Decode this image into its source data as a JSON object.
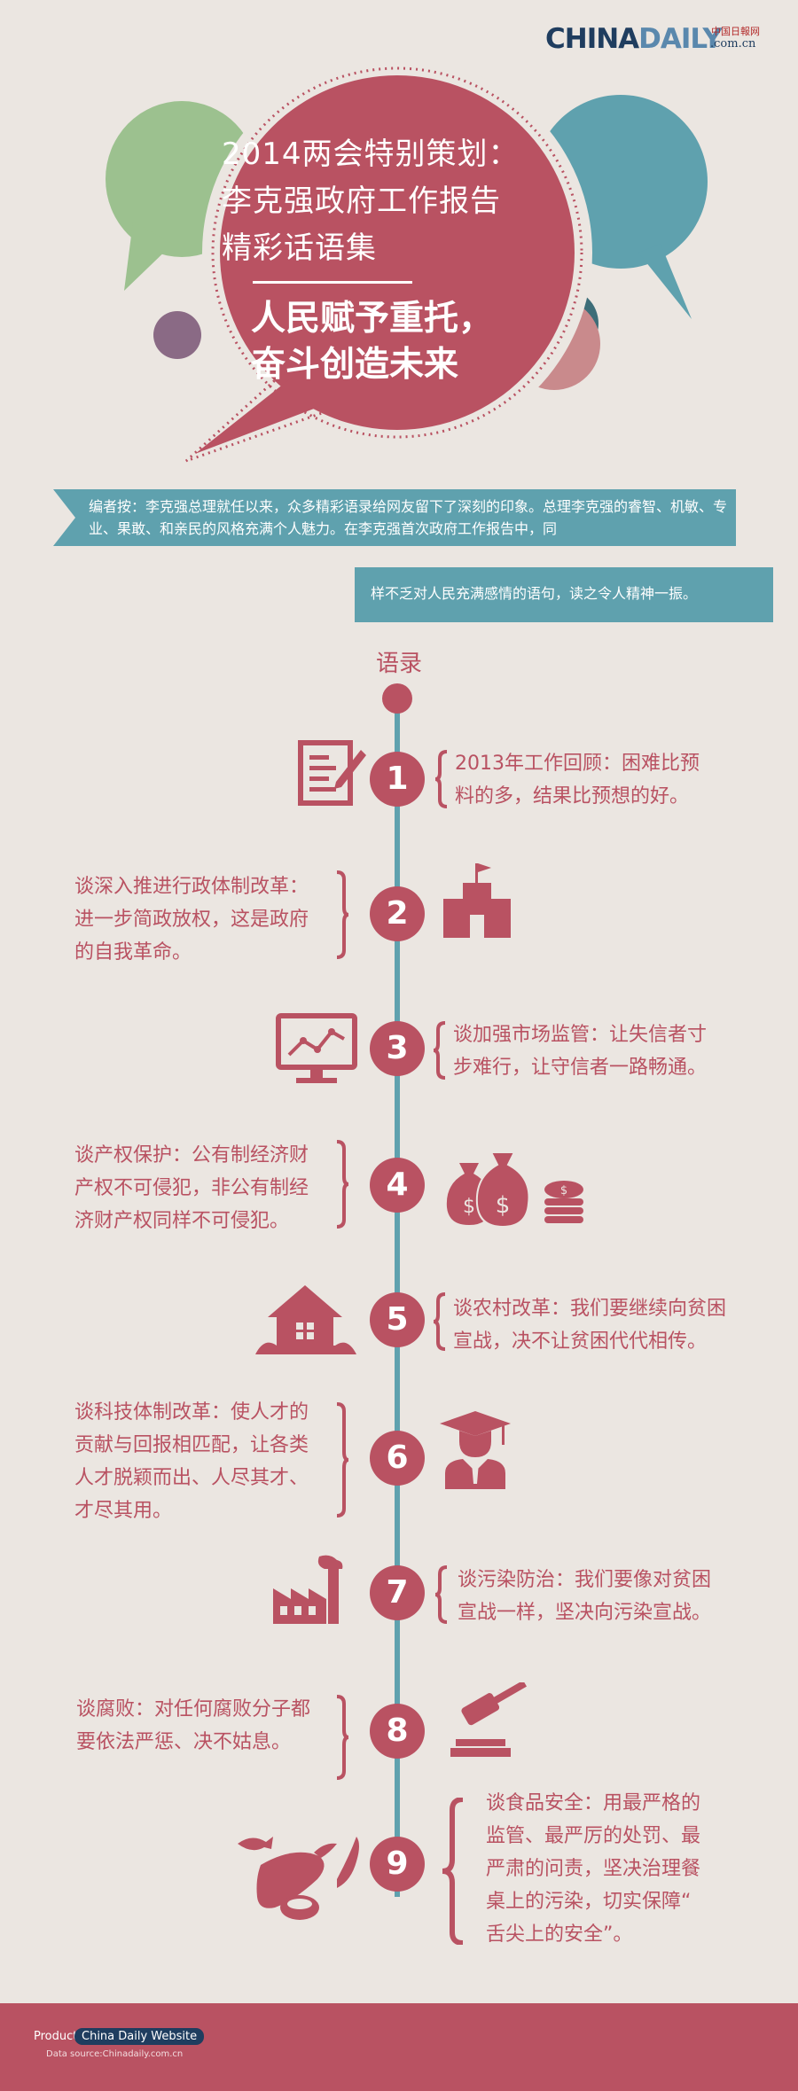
{
  "logo": {
    "brand_main": "CHINA",
    "brand_accent": "DAILY",
    "brand_cn": "中国日報网",
    "brand_domain": ".com.cn"
  },
  "header": {
    "title": "2014两会特别策划：李克强政府工作报告精彩话语集",
    "subtitle": "人民赋予重托，奋斗创造未来"
  },
  "intro": {
    "line1": "编者按：李克强总理就任以来，众多精彩语录给网友留下了深刻的印象。总理李克强的睿智、机敏、专业、果敢、和亲民的风格充满个人魅力。在李克强首次政府工作报告中，同",
    "line2": "样不乏对人民充满感情的语句，读之令人精神一振。"
  },
  "timeline": {
    "label": "语录",
    "items": [
      {
        "number": "1",
        "text": "2013年工作回顾：困难比预\n料的多，结果比预想的好。",
        "icon": "document-pen-icon"
      },
      {
        "number": "2",
        "text": "谈深入推进行政体制改革：\n进一步简政放权，这是政府\n的自我革命。",
        "icon": "government-building-icon"
      },
      {
        "number": "3",
        "text": "谈加强市场监管：让失信者寸\n步难行，让守信者一路畅通。",
        "icon": "monitor-chart-icon"
      },
      {
        "number": "4",
        "text": "谈产权保护：公有制经济财\n产权不可侵犯，非公有制经\n济财产权同样不可侵犯。",
        "icon": "money-bags-icon"
      },
      {
        "number": "5",
        "text": "谈农村改革：我们要继续向贫困\n宣战，决不让贫困代代相传。",
        "icon": "farmhouse-icon"
      },
      {
        "number": "6",
        "text": "谈科技体制改革：使人才的\n贡献与回报相匹配，让各类\n人才脱颖而出、人尽其才、\n才尽其用。",
        "icon": "graduate-icon"
      },
      {
        "number": "7",
        "text": "谈污染防治：我们要像对贫困\n宣战一样，坚决向污染宣战。",
        "icon": "factory-icon"
      },
      {
        "number": "8",
        "text": "谈腐败：对任何腐败分子都\n要依法严惩、决不姑息。",
        "icon": "gavel-icon"
      },
      {
        "number": "9",
        "text": "谈食品安全：用最严格的\n监管、最严厉的处罚、最\n严肃的问责，坚决治理餐\n桌上的污染，切实保障“\n舌尖上的安全”。",
        "icon": "food-icon"
      }
    ]
  },
  "footer": {
    "product_label": "Product",
    "product_name": "China Daily Website",
    "source": "Data source:Chinadaily.com.cn"
  },
  "colors": {
    "background": "#ebe6e1",
    "accent_red": "#b95262",
    "accent_teal": "#5fa1ae",
    "accent_green": "#9cc18f",
    "accent_purple": "#8a6a85",
    "accent_pink": "#c98a8c",
    "navy": "#1f3d5f"
  }
}
